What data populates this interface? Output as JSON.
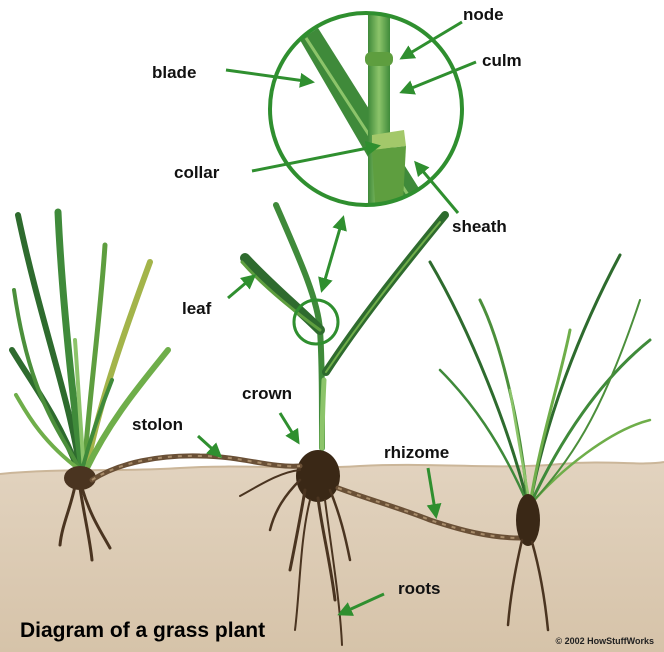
{
  "caption": "Diagram of a grass plant",
  "copyright": "© 2002 HowStuffWorks",
  "labels": {
    "node": "node",
    "culm": "culm",
    "blade": "blade",
    "collar": "collar",
    "sheath": "sheath",
    "leaf": "leaf",
    "crown": "crown",
    "stolon": "stolon",
    "rhizome": "rhizome",
    "roots": "roots"
  },
  "colors": {
    "callout_green": "#2f8f2f",
    "soil": "#dccbb5",
    "grass_dark": "#2e6b2e",
    "grass_light": "#6fae4a",
    "root_brown": "#5a4026"
  }
}
